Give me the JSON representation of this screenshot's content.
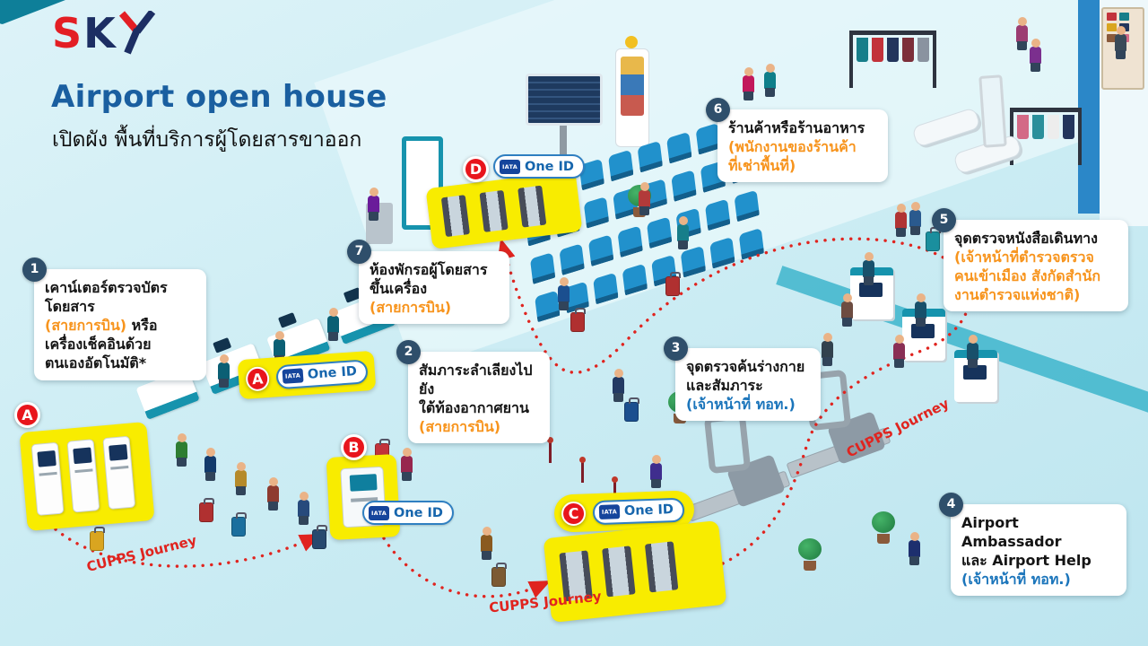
{
  "colors": {
    "accent_red": "#e8151c",
    "title_blue": "#1a5fa0",
    "orange_text": "#f7941d",
    "blue_text": "#1b75bb",
    "badge_navy": "#2f4f6b",
    "highlight_yellow": "#f8ec00",
    "path_red": "#e0241f",
    "oneid_blue": "#1766ad"
  },
  "logo": {
    "s": "S",
    "k": "K"
  },
  "header": {
    "title": "Airport open house",
    "subtitle": "เปิดผัง พื้นที่บริการผู้โดยสารขาออก"
  },
  "one_id": {
    "iata": "IATA",
    "label": "One ID"
  },
  "journey": {
    "label": "CUPPS Journey"
  },
  "markers": {
    "a": "A",
    "b": "B",
    "c": "C",
    "d": "D"
  },
  "callouts": {
    "c1": {
      "num": "1",
      "l1": "เคาน์เตอร์ตรวจบัตร",
      "l2": "โดยสาร",
      "l3a": "(สายการบิน)",
      "l3b": " หรือ",
      "l4": "เครื่องเช็คอินด้วย",
      "l5": "ตนเองอัตโนมัติ*"
    },
    "c2": {
      "num": "2",
      "l1": "สัมภาระลำเลียงไปยัง",
      "l2": "ใต้ท้องอากาศยาน",
      "l3": "(สายการบิน)"
    },
    "c3": {
      "num": "3",
      "l1": "จุดตรวจค้นร่างกาย",
      "l2": "และสัมภาระ",
      "l3": "(เจ้าหน้าที่ ทอท.)"
    },
    "c4": {
      "num": "4",
      "l1": "Airport Ambassador",
      "l2": "และ Airport Help",
      "l3": "(เจ้าหน้าที่ ทอท.)"
    },
    "c5": {
      "num": "5",
      "l1": "จุดตรวจหนังสือเดินทาง",
      "l2": "(เจ้าหน้าที่ตำรวจตรวจ",
      "l3": "คนเข้าเมือง สังกัดสำนัก",
      "l4": "งานตำรวจแห่งชาติ)"
    },
    "c6": {
      "num": "6",
      "l1": "ร้านค้าหรือร้านอาหาร",
      "l2": "(พนักงานของร้านค้า",
      "l3": "ที่เช่าพื้นที่)"
    },
    "c7": {
      "num": "7",
      "l1": "ห้องพักรอผู้โดยสาร",
      "l2": "ขึ้นเครื่อง",
      "l3": "(สายการบิน)"
    }
  }
}
